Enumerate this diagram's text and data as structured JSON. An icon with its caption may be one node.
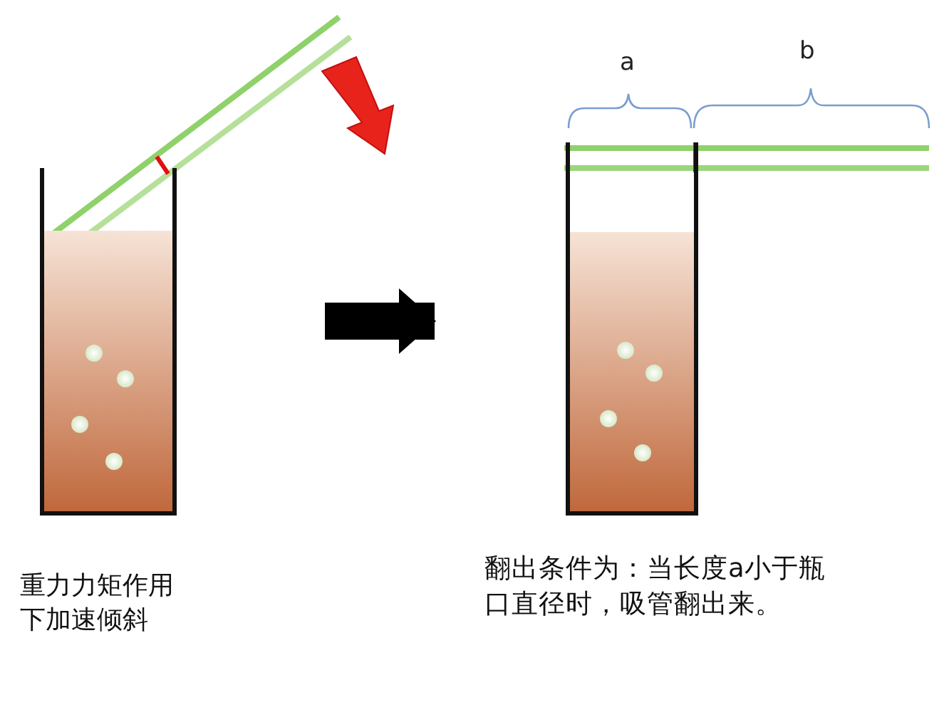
{
  "diagram": {
    "nodes": [
      {
        "text": [],
        "shape": "picture",
        "beside": [
          "重力力矩作用下加速倾斜"
        ]
      },
      {
        "text": [],
        "shape": "picture",
        "beside": [
          "翻出条件为：当长度a小于瓶口直径时，吸管翻出来。"
        ]
      }
    ],
    "edges": [
      {
        "from": 0,
        "to": 1,
        "arrow": "to"
      }
    ],
    "labels": [
      "a",
      "b"
    ]
  }
}
